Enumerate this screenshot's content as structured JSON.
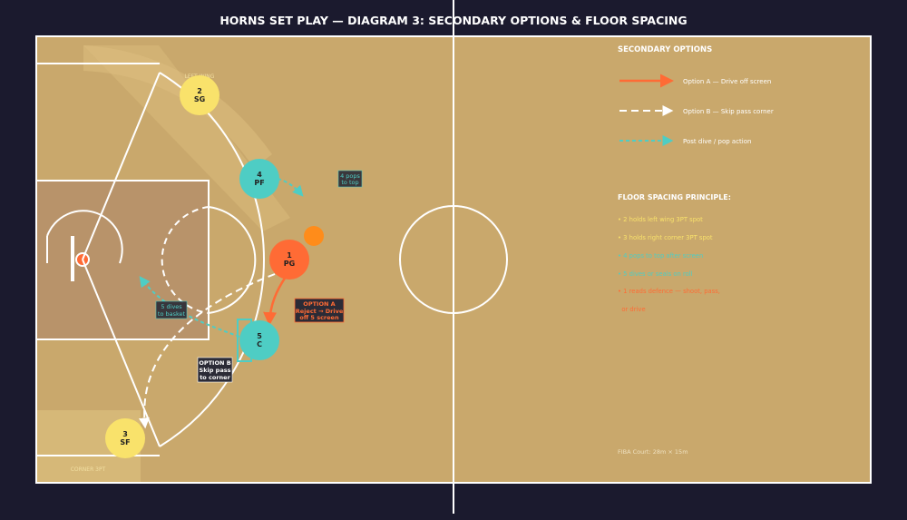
{
  "title": "HORNS SET PLAY — DIAGRAM 3: SECONDARY OPTIONS & FLOOR SPACING",
  "zones": {
    "left_wing": "LEFT WING",
    "corner": "CORNER 3PT"
  },
  "players": [
    {
      "num": "2",
      "pos": "SG"
    },
    {
      "num": "4",
      "pos": "PF"
    },
    {
      "num": "1",
      "pos": "PG"
    },
    {
      "num": "5",
      "pos": "C"
    },
    {
      "num": "3",
      "pos": "SF"
    }
  ],
  "annotations": {
    "pops": [
      "4 pops",
      "to top"
    ],
    "dives": [
      "5 dives",
      "to basket"
    ],
    "option_a": [
      "OPTION A",
      "Reject → Drive",
      "off 5 screen"
    ],
    "option_b": [
      "OPTION B",
      "Skip pass",
      "to corner"
    ]
  },
  "legend": {
    "heading": "SECONDARY OPTIONS",
    "items": [
      {
        "label": "Option A — Drive off screen"
      },
      {
        "label": "Option B — Skip pass corner"
      },
      {
        "label": "Post dive / pop action"
      }
    ]
  },
  "principle": {
    "heading": "FLOOR SPACING PRINCIPLE:",
    "lines": [
      "• 2 holds left wing 3PT spot",
      "• 3 holds right corner 3PT spot",
      "• 4 pops to top after screen",
      "• 5 dives or seals on roll",
      "• 1 reads defence — shoot, pass,",
      "  or drive"
    ]
  },
  "footer": "FIBA Court: 28m × 15m",
  "colors": {
    "background": "#1b1a2e",
    "floor": "#c9a86c",
    "paint": "#b8936a",
    "yellow_player": "#f9e26b",
    "teal_player": "#4ecdc4",
    "pg_player": "#ff6b35",
    "ball": "#ff8c1a",
    "option_a": "#ff6b35",
    "option_b": "#ffffff",
    "dive": "#4ecdc4",
    "highlight_text": "#f9e26b"
  }
}
